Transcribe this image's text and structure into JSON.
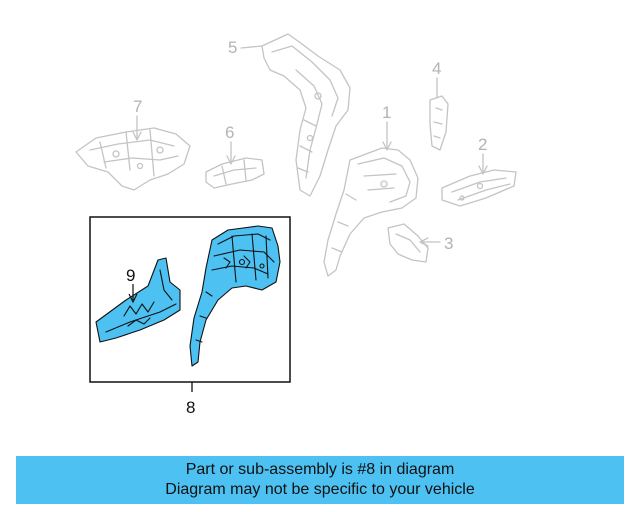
{
  "diagram": {
    "callouts": {
      "part_1": "1",
      "part_2": "2",
      "part_3": "3",
      "part_4": "4",
      "part_5": "5",
      "part_6": "6",
      "part_7": "7",
      "part_8": "8",
      "part_9": "9"
    },
    "highlighted_part": "8",
    "colors": {
      "highlight_fill": "#4cc1f2",
      "ghost_stroke": "#c4c4c4",
      "outline": "#111111"
    }
  },
  "banner": {
    "line1": "Part or sub-assembly is #8 in diagram",
    "line2": "Diagram may not be specific to your vehicle",
    "background": "#4cc1f2"
  }
}
